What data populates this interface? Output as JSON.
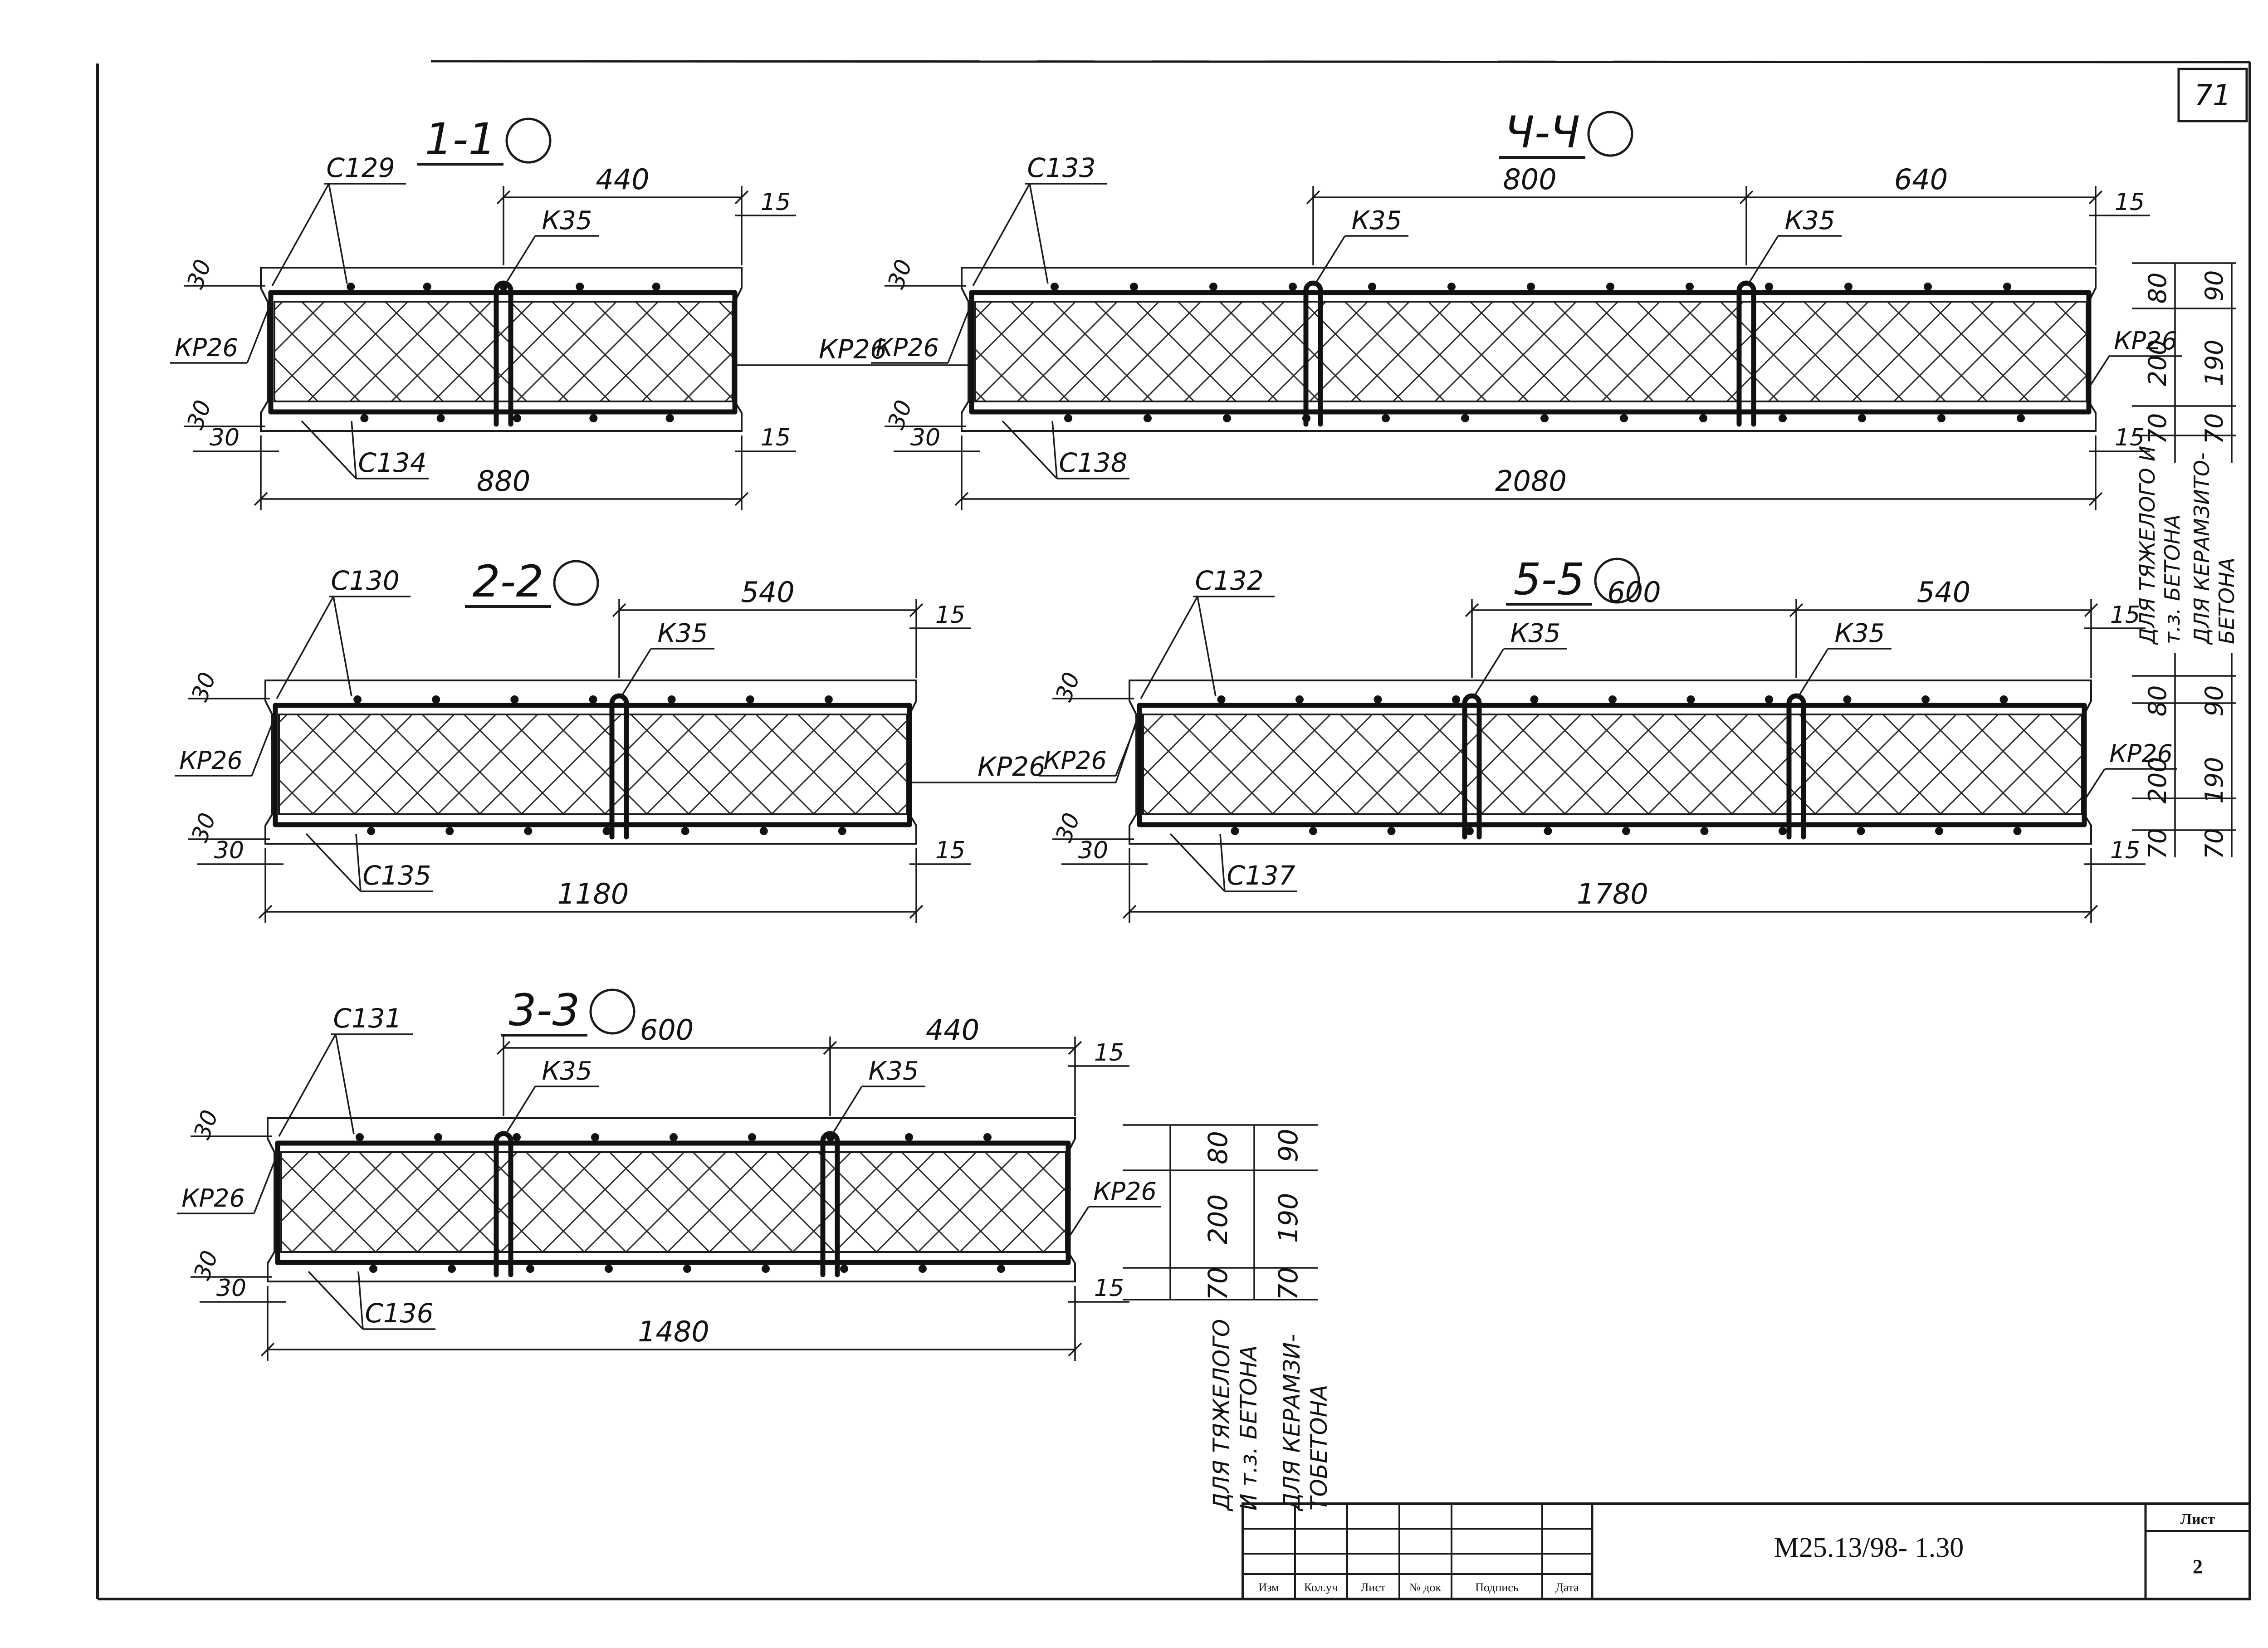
{
  "page_number": "71",
  "sections": [
    {
      "title": "1-1",
      "overall_width": "880",
      "top_bars": "С129",
      "bottom_bars": "С134",
      "loop": "К35",
      "side_frame": "КР26",
      "spans": [
        "440"
      ],
      "edge_right": "15",
      "edge_left": "30",
      "cover": "30"
    },
    {
      "title": "2-2",
      "overall_width": "1180",
      "top_bars": "С130",
      "bottom_bars": "С135",
      "loop": "К35",
      "side_frame": "КР26",
      "spans": [
        "540"
      ],
      "edge_right": "15",
      "edge_left": "30",
      "cover": "30"
    },
    {
      "title": "3-3",
      "overall_width": "1480",
      "top_bars": "С131",
      "bottom_bars": "С136",
      "loop": "К35",
      "side_frame": "КР26",
      "spans": [
        "600",
        "440"
      ],
      "edge_right": "15",
      "edge_left": "30",
      "cover": "30"
    },
    {
      "title": "Ч-Ч",
      "overall_width": "2080",
      "top_bars": "С133",
      "bottom_bars": "С138",
      "loop": "К35",
      "side_frame": "КР26",
      "spans": [
        "800",
        "640"
      ],
      "edge_right": "15",
      "edge_left": "30",
      "cover": "30"
    },
    {
      "title": "5-5",
      "overall_width": "1780",
      "top_bars": "С132",
      "bottom_bars": "С137",
      "loop": "К35",
      "side_frame": "КР26",
      "spans": [
        "600",
        "540"
      ],
      "edge_right": "15",
      "edge_left": "30",
      "cover": "30"
    }
  ],
  "thickness": {
    "heavy": [
      "80",
      "200",
      "70"
    ],
    "expanded_clay": [
      "90",
      "190",
      "70"
    ],
    "note_heavy_line1": "ДЛЯ ТЯЖЕЛОГО",
    "note_heavy_line2": "И т.з. БЕТОНА",
    "note_clay_line1": "ДЛЯ КЕРАМЗИ-",
    "note_clay_line2": "ТОБЕТОНА",
    "note_heavy_alt_line1": "ДЛЯ ТЯЖЕЛОГО  И",
    "note_heavy_alt_line2": "т.з.  БЕТОНА",
    "note_clay_alt_line1": "ДЛЯ КЕРАМЗИТО-",
    "note_clay_alt_line2": "БЕТОНА"
  },
  "title_block": {
    "code": "М25.13/98- 1.30",
    "sheet_label": "Лист",
    "sheet_number": "2",
    "columns": [
      "Изм",
      "Кол.уч",
      "Лист",
      "№ док",
      "Подпись",
      "Дата"
    ]
  }
}
